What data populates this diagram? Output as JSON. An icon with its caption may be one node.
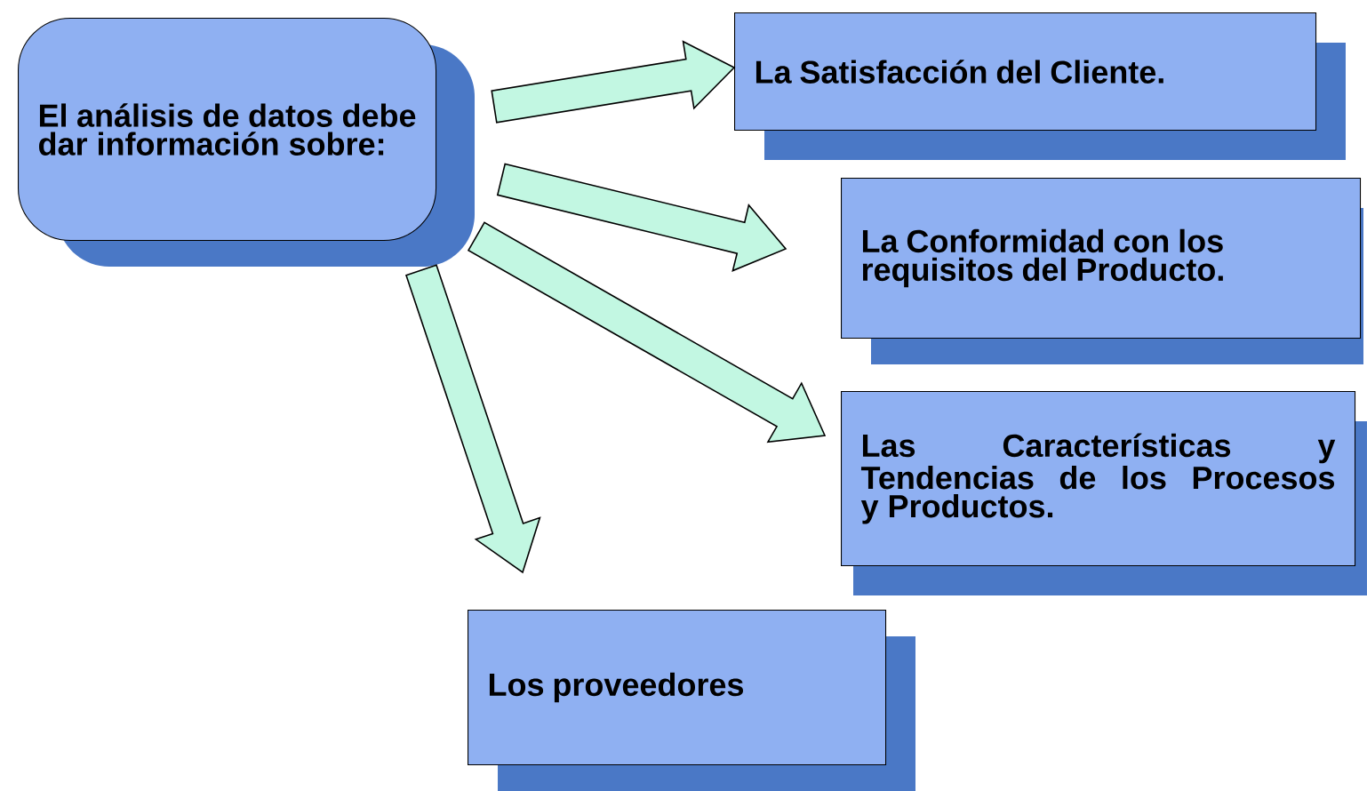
{
  "diagram": {
    "nodes": [
      {
        "text": [
          "El análisis de datos debe dar información sobre:"
        ]
      },
      {
        "text": [
          "La Satisfacción del Cliente."
        ]
      },
      {
        "text": [
          "La Conformidad con los requisitos del Producto."
        ]
      },
      {
        "text": [
          "Las Características y Tendencias de los Procesos y Productos."
        ]
      },
      {
        "text": [
          "Los proveedores"
        ]
      }
    ],
    "edges": [
      {
        "from": 0,
        "to": 1,
        "arrow": "to"
      },
      {
        "from": 0,
        "to": 2,
        "arrow": "to"
      },
      {
        "from": 0,
        "to": 3,
        "arrow": "to"
      },
      {
        "from": 0,
        "to": 4,
        "arrow": "to"
      }
    ]
  }
}
